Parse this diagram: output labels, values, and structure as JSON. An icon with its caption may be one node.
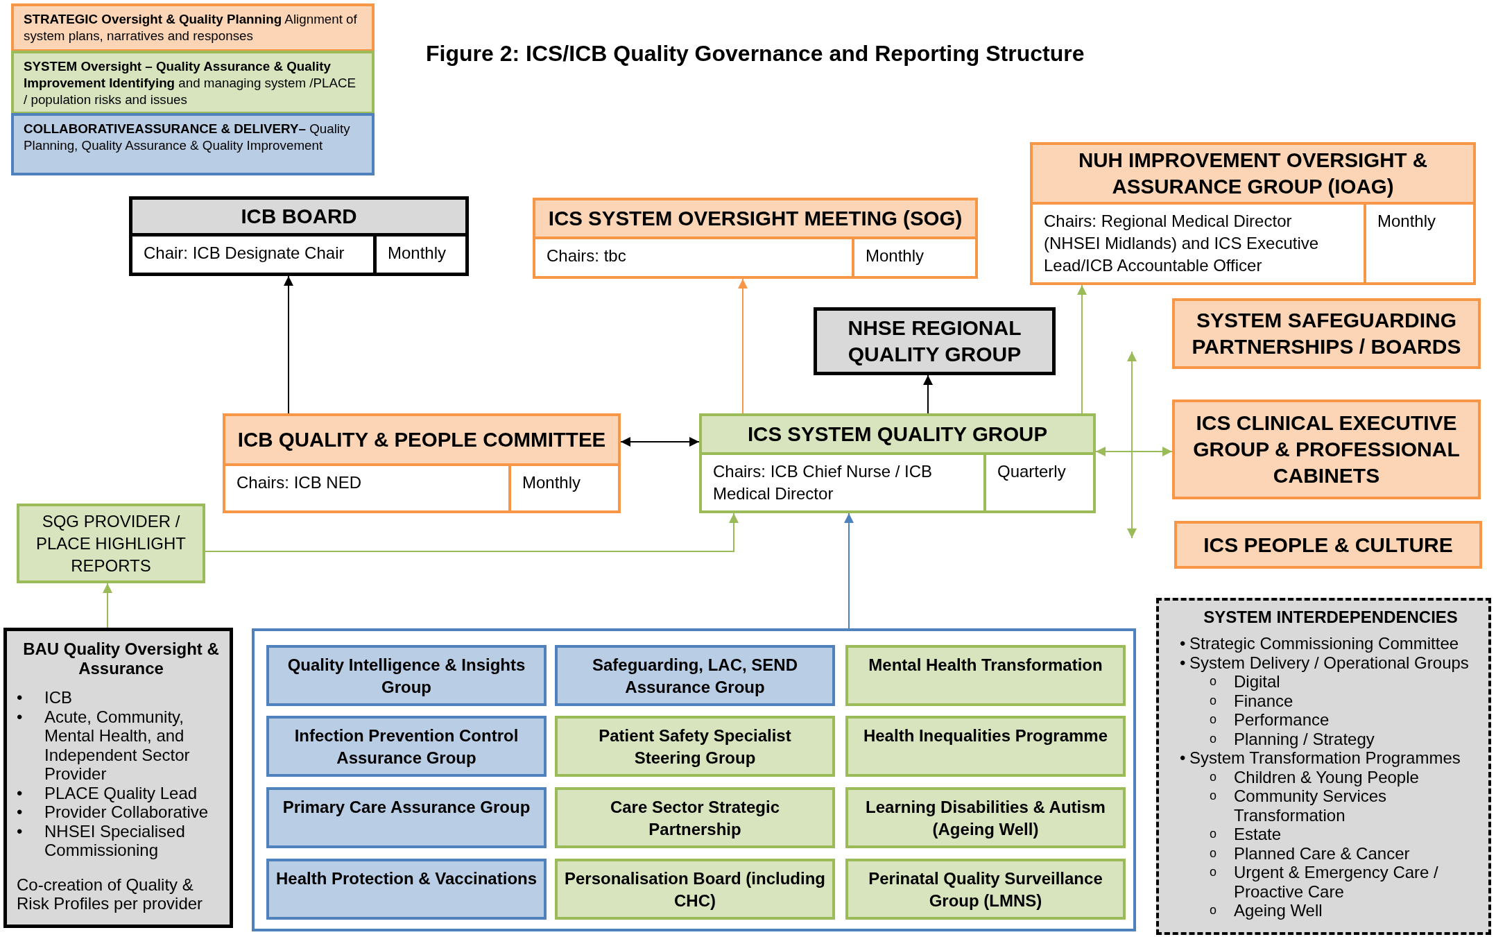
{
  "diagram": {
    "title": "Figure 2: ICS/ICB Quality Governance and Reporting Structure",
    "nodes": [
      {
        "text": [
          "ICB BOARD",
          "Chair: ICB Designate Chair",
          "Monthly"
        ]
      },
      {
        "text": [
          "ICS SYSTEM OVERSIGHT MEETING (SOG)",
          "Chairs: tbc",
          "Monthly"
        ]
      },
      {
        "text": [
          "NUH IMPROVEMENT OVERSIGHT & ASSURANCE GROUP (IOAG)",
          "Chairs: Regional Medical Director (NHSEI Midlands) and ICS Executive Lead/ICB Accountable Officer",
          "Monthly"
        ]
      },
      {
        "text": [
          "NHSE REGIONAL QUALITY GROUP"
        ]
      },
      {
        "text": [
          "SYSTEM SAFEGUARDING PARTNERSHIPS / BOARDS"
        ]
      },
      {
        "text": [
          "ICB QUALITY & PEOPLE COMMITTEE",
          "Chairs: ICB NED",
          "Monthly"
        ]
      },
      {
        "text": [
          "ICS SYSTEM QUALITY GROUP",
          "Chairs: ICB Chief Nurse / ICB Medical Director",
          "Quarterly"
        ]
      },
      {
        "text": [
          "ICS CLINICAL EXECUTIVE GROUP & PROFESSIONAL CABINETS"
        ]
      },
      {
        "text": [
          "ICS PEOPLE & CULTURE"
        ]
      },
      {
        "text": [
          "SQG PROVIDER / PLACE HIGHLIGHT REPORTS"
        ]
      },
      {
        "text": [
          "BAU Quality Oversight & Assurance",
          "•",
          "ICB",
          "•",
          "Acute, Community, Mental Health, and Independent Sector Provider",
          "•",
          "PLACE Quality Lead",
          "•",
          "Provider Collaborative",
          "•",
          "NHSEI Specialised Commissioning",
          "Co-creation of Quality & Risk Profiles per provider"
        ]
      },
      {
        "text": [],
        "shape": "box"
      },
      {
        "text": [
          "Quality Intelligence & Insights Group"
        ],
        "in": 11
      },
      {
        "text": [
          "Safeguarding, LAC, SEND Assurance Group"
        ],
        "in": 11
      },
      {
        "text": [
          "Mental Health Transformation"
        ],
        "in": 11
      },
      {
        "text": [
          "Infection Prevention Control Assurance Group"
        ],
        "in": 11
      },
      {
        "text": [
          "Patient Safety Specialist Steering Group"
        ],
        "in": 11
      },
      {
        "text": [
          "Health Inequalities Programme"
        ],
        "in": 11
      },
      {
        "text": [
          "Primary Care Assurance Group"
        ],
        "in": 11
      },
      {
        "text": [
          "Care Sector Strategic Partnership"
        ],
        "in": 11
      },
      {
        "text": [
          "Learning Disabilities & Autism (Ageing Well)"
        ],
        "in": 11
      },
      {
        "text": [
          "Health Protection & Vaccinations"
        ],
        "in": 11
      },
      {
        "text": [
          "Personalisation Board (including CHC)"
        ],
        "in": 11
      },
      {
        "text": [
          "Perinatal Quality Surveillance Group (LMNS)"
        ],
        "in": 11
      },
      {
        "text": [
          "SYSTEM INTERDEPENDENCIES",
          "•",
          "Strategic Commissioning Committee",
          "•",
          "System Delivery / Operational Groups",
          "o",
          "Digital",
          "o",
          "Finance",
          "o",
          "Performance",
          "o",
          "Planning / Strategy",
          "•",
          "System Transformation Programmes",
          "o",
          "Children & Young People",
          "o",
          "Community Services Transformation",
          "o",
          "Estate",
          "o",
          "Planned Care & Cancer",
          "o",
          "Urgent & Emergency Care / Proactive Care",
          "o",
          "Ageing Well"
        ]
      }
    ],
    "edges": [
      {
        "from": 5,
        "to": 0,
        "arrow": "to",
        "color": "#000000"
      },
      {
        "from": 5,
        "to": 6,
        "arrow": "both",
        "color": "#000000"
      },
      {
        "from": 6,
        "to": 1,
        "arrow": "to",
        "color": "#f79646"
      },
      {
        "from": 6,
        "to": 3,
        "arrow": "to",
        "color": "#000000"
      },
      {
        "from": 6,
        "to": 2,
        "arrow": "to",
        "color": "#9bbb59"
      },
      {
        "from": 6,
        "to": 7,
        "arrow": "both",
        "color": "#9bbb59"
      },
      {
        "from": 9,
        "to": 6,
        "arrow": "to",
        "color": "#9bbb59"
      },
      {
        "from": 10,
        "to": 9,
        "arrow": "to",
        "color": "#9bbb59"
      },
      {
        "from": 11,
        "to": 6,
        "arrow": "to",
        "color": "#4f81bd"
      }
    ],
    "legend": [
      {
        "text": "**STRATEGIC Oversight & Quality Planning** Alignment of system plans, narratives and responses",
        "color": "#fbd5b5"
      },
      {
        "text": "**SYSTEM Oversight – Quality Assurance & Quality Improvement Identifying** and managing system /PLACE / population risks and issues",
        "color": "#d7e4bd"
      },
      {
        "text": "**COLLABORATIVEASSURANCE & DELIVERY–** Quality Planning, Quality Assurance & Quality Improvement",
        "color": "#b9cde5"
      }
    ]
  }
}
